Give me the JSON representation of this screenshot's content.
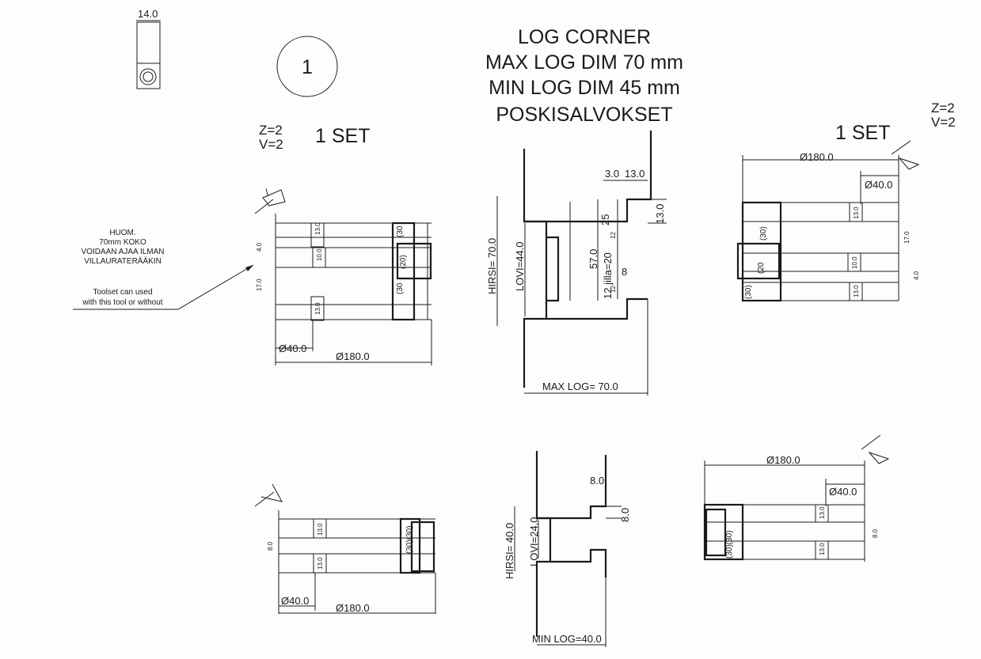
{
  "tool_icon": {
    "width_label": "14.0"
  },
  "detail_number": "1",
  "title": {
    "line1": "LOG CORNER",
    "line2": "MAX LOG DIM 70  mm",
    "line3": "MIN LOG DIM 45 mm",
    "line4": "POSKISALVOKSET"
  },
  "left_set": {
    "z": "Z=2",
    "v": "V=2",
    "count": "1 SET"
  },
  "right_set": {
    "z": "Z=2",
    "v": "V=2",
    "count": "1 SET"
  },
  "note": {
    "fi_line1": "HUOM.",
    "fi_line2": "70mm KOKO",
    "fi_line3": "VOIDAAN AJAA ILMAN",
    "fi_line4": "VILLAURATERÄÄKIN",
    "en_line1": "Toolset can used",
    "en_line2": "with this tool or without"
  },
  "cutter_tl": {
    "t13a": "13.0",
    "t10": "10.0",
    "t13b": "13.0",
    "t30a": "(30",
    "t20": "(20)",
    "t30b": "(30",
    "t4": "4.0",
    "t17": "17.0",
    "d_inner": "Ø40.0",
    "d_outer": "Ø180.0"
  },
  "log_max": {
    "dim_3": "3.0",
    "dim_13a": "13.0",
    "dim_13b": "13.0",
    "dim_25": "25",
    "dim_57": "57.0",
    "dim_12_20": "12 jilla=20",
    "dim_12a": "12",
    "dim_12b": "12",
    "dim_8": "8",
    "hirsi": "HIRSI= 70.0",
    "lovi": "LOVI=44.0",
    "max_log": "MAX LOG= 70.0"
  },
  "cutter_tr": {
    "d_outer": "Ø180.0",
    "d_inner": "Ø40.0",
    "t13a": "13.0",
    "t10": "10.0",
    "t13b": "13.0",
    "t17": "17.0",
    "t4": "4.0",
    "t30a": "(30)",
    "t20": "(20",
    "t30b": "(30)"
  },
  "cutter_bl": {
    "t13a": "13.0",
    "t13b": "13.0",
    "t30": "(30)(30)",
    "t8": "8.0",
    "d_inner": "Ø40.0",
    "d_outer": "Ø180.0"
  },
  "log_min": {
    "dim_8a": "8.0",
    "dim_8b": "8.0",
    "hirsi": "HIRSI= 40.0",
    "lovi": "LOVI=24.0",
    "min_log": "MIN LOG=40.0"
  },
  "cutter_br": {
    "d_outer": "Ø180.0",
    "d_inner": "Ø40.0",
    "t13a": "13.0",
    "t13b": "13.0",
    "t30": "(30)(30)",
    "t8": "8.0"
  }
}
